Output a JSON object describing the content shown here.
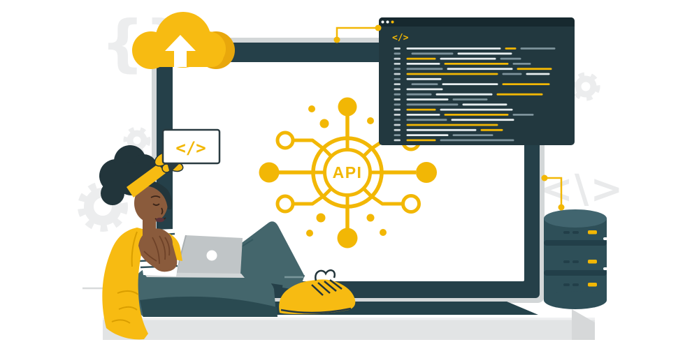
{
  "title": "API concept illustration",
  "palette": {
    "yellow": "#F2B705",
    "yellow_bright": "#F7BB12",
    "yellow_shade": "#E8A70C",
    "dark": "#22383F",
    "dark_bar": "#17292F",
    "bezel": "#254049",
    "outline": "#2A3B41",
    "pants": "#44666C",
    "pants_dark": "#2A4A51",
    "skin": "#8A5B3C",
    "skin_dark": "#6E4228",
    "hair": "#22353B",
    "floor": "#E2E4E5",
    "laptop": "#C0C5C7",
    "watermark": "#E9EAEB",
    "db_body": "#2E4F58",
    "db_top": "#41656F",
    "db_groove": "#223F49",
    "code_white": "#E8EEF0",
    "code_gray": "#7E939C"
  },
  "api_hub": {
    "label": "API"
  },
  "speech_bubble": {
    "glyph": "</>"
  },
  "cloud": {
    "icon": "cloud-upload-arrow"
  },
  "watermarks": {
    "braces": "{}",
    "code": "<\\>"
  },
  "database": {
    "drums": 3,
    "led_color": "#F2B705"
  },
  "editor": {
    "glyph": "</>",
    "window_dots": [
      "#FFFFFF",
      "#FFFFFF",
      "#F2B705"
    ],
    "lines": [
      {
        "g": "w",
        "s": [
          [
            "w",
            135
          ],
          [
            "y",
            16
          ],
          [
            "g",
            50
          ]
        ]
      },
      {
        "g": "g",
        "i": 7,
        "s": [
          [
            "g",
            60
          ],
          [
            "w",
            78
          ]
        ]
      },
      {
        "g": "w",
        "s": [
          [
            "y",
            42
          ],
          [
            "w",
            80
          ],
          [
            "g",
            30
          ]
        ]
      },
      {
        "g": "w",
        "s": [
          [
            "w",
            48
          ],
          [
            "y",
            92
          ],
          [
            "g",
            26
          ]
        ]
      },
      {
        "g": "g",
        "s": [
          [
            "g",
            52
          ],
          [
            "w",
            94
          ],
          [
            "y",
            50
          ]
        ]
      },
      {
        "g": "w",
        "s": [
          [
            "y",
            131
          ],
          [
            "g",
            28
          ],
          [
            "w",
            34
          ]
        ]
      },
      {
        "g": "g",
        "s": [
          [
            "w",
            50
          ]
        ]
      },
      {
        "g": "w",
        "i": 7,
        "s": [
          [
            "g",
            38
          ],
          [
            "w",
            80
          ],
          [
            "y",
            68
          ]
        ]
      },
      {
        "g": "w",
        "s": [
          [
            "w",
            52
          ]
        ]
      },
      {
        "g": "g",
        "s": [
          [
            "g",
            36
          ],
          [
            "w",
            81
          ],
          [
            "y",
            66
          ]
        ]
      },
      {
        "g": "w",
        "s": [
          [
            "w",
            60
          ],
          [
            "g",
            50
          ]
        ]
      },
      {
        "g": "g",
        "s": [
          [
            "g",
            74
          ],
          [
            "w",
            64
          ]
        ]
      },
      {
        "g": "w",
        "s": [
          [
            "y",
            42
          ],
          [
            "w",
            104
          ]
        ]
      },
      {
        "g": "w",
        "s": [
          [
            "w",
            48
          ],
          [
            "y",
            92
          ],
          [
            "g",
            30
          ]
        ]
      },
      {
        "g": "g",
        "s": [
          [
            "g",
            58
          ],
          [
            "w",
            90
          ]
        ]
      },
      {
        "g": "w",
        "s": [
          [
            "y",
            131
          ]
        ]
      },
      {
        "g": "w",
        "s": [
          [
            "w",
            100
          ],
          [
            "y",
            32
          ]
        ]
      },
      {
        "g": "g",
        "s": [
          [
            "w",
            60
          ],
          [
            "g",
            58
          ]
        ]
      },
      {
        "g": "w",
        "s": [
          [
            "y",
            42
          ],
          [
            "g",
            106
          ]
        ]
      }
    ]
  }
}
